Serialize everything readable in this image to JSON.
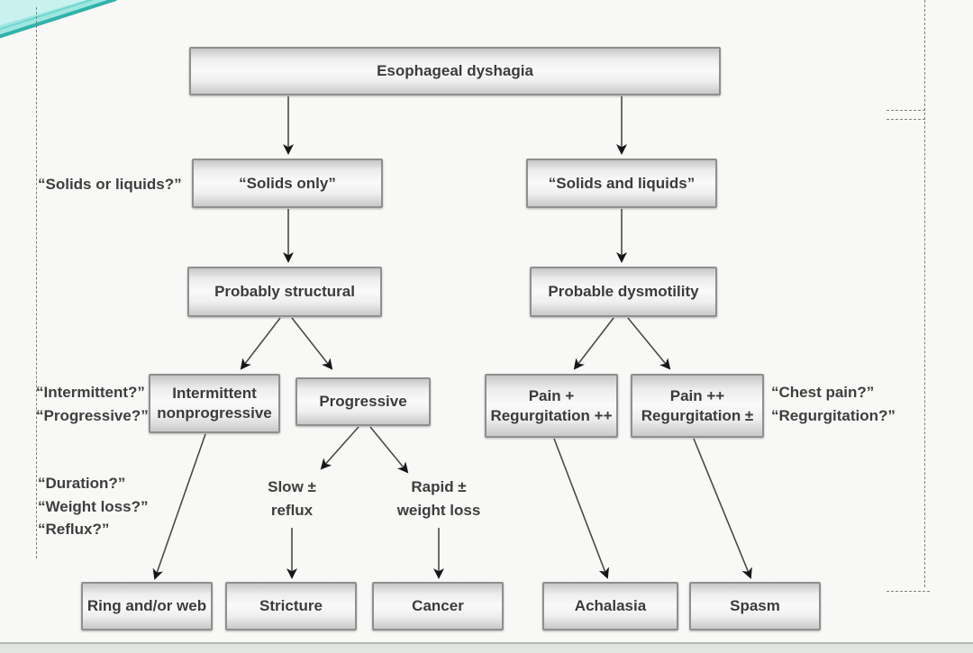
{
  "diagram": {
    "type": "flowchart-decision-tree",
    "topic": "Esophageal dysphagia diagnostic algorithm"
  },
  "nodes": {
    "root": {
      "label": "Esophageal dyshagia"
    },
    "solids_only": {
      "label": "“Solids only”"
    },
    "solids_liquids": {
      "label": "“Solids and liquids”"
    },
    "probably_structural": {
      "label": "Probably structural"
    },
    "probable_dysmotility": {
      "label": "Probable dysmotility"
    },
    "intermittent_nonprogressive": {
      "lines": [
        "Intermittent",
        "nonprogressive"
      ]
    },
    "progressive": {
      "label": "Progressive"
    },
    "pain_regurgitation_1": {
      "lines": [
        "Pain +",
        "Regurgitation ++"
      ]
    },
    "pain_regurgitation_2": {
      "lines": [
        "Pain ++",
        "Regurgitation ±"
      ]
    },
    "ring_web": {
      "label": "Ring and/or web"
    },
    "stricture": {
      "label": "Stricture"
    },
    "cancer": {
      "label": "Cancer"
    },
    "achalasia": {
      "label": "Achalasia"
    },
    "spasm": {
      "label": "Spasm"
    }
  },
  "annotations": {
    "solids_or_liquids": "“Solids or liquids?”",
    "intermittent_q": "“Intermittent?”",
    "progressive_q": "“Progressive?”",
    "chest_pain_q": "“Chest pain?”",
    "regurgitation_q": "“Regurgitation?”",
    "duration_q": "“Duration?”",
    "weight_loss_q": "“Weight loss?”",
    "reflux_q": "“Reflux?”",
    "slow_line1": "Slow ±",
    "slow_line2": "reflux",
    "rapid_line1": "Rapid ±",
    "rapid_line2": "weight loss"
  },
  "edges": [
    {
      "from": "root",
      "to": "solids_only"
    },
    {
      "from": "root",
      "to": "solids_liquids"
    },
    {
      "from": "solids_only",
      "to": "probably_structural"
    },
    {
      "from": "solids_liquids",
      "to": "probable_dysmotility"
    },
    {
      "from": "probably_structural",
      "to": "intermittent_nonprogressive"
    },
    {
      "from": "probably_structural",
      "to": "progressive"
    },
    {
      "from": "probable_dysmotility",
      "to": "pain_regurgitation_1"
    },
    {
      "from": "probable_dysmotility",
      "to": "pain_regurgitation_2"
    },
    {
      "from": "intermittent_nonprogressive",
      "to": "ring_web"
    },
    {
      "from": "progressive",
      "to": "slow_reflux_label"
    },
    {
      "from": "progressive",
      "to": "rapid_weight_loss_label"
    },
    {
      "from": "slow_reflux_label",
      "to": "stricture"
    },
    {
      "from": "rapid_weight_loss_label",
      "to": "cancer"
    },
    {
      "from": "pain_regurgitation_1",
      "to": "achalasia"
    },
    {
      "from": "pain_regurgitation_2",
      "to": "spasm"
    }
  ],
  "colors": {
    "accent_teal_dark": "#2fb3aa",
    "accent_teal_light": "#a5e7e2",
    "box_border": "#8f8f8f",
    "box_fill_light": "#fafafa",
    "box_fill_dark": "#c7c7c7",
    "arrow": "#3f3f3f",
    "background": "#f8f8f6"
  }
}
